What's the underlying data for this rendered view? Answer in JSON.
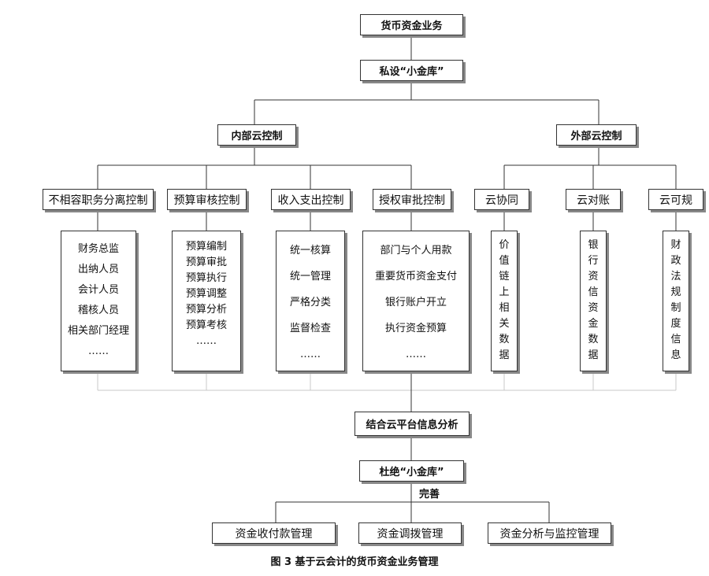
{
  "top": [
    "货币资金业务",
    "私设“小金库”"
  ],
  "internal": {
    "title": "内部云控制",
    "groups": [
      {
        "title": "不相容职务分离控制",
        "items": [
          "财务总监",
          "出纳人员",
          "会计人员",
          "稽核人员",
          "相关部门经理",
          "……"
        ]
      },
      {
        "title": "预算审核控制",
        "items": [
          "预算编制",
          "预算审批",
          "预算执行",
          "预算调整",
          "预算分析",
          "预算考核",
          "……"
        ]
      },
      {
        "title": "收入支出控制",
        "items": [
          "统一核算",
          "统一管理",
          "严格分类",
          "监督检查",
          "……"
        ]
      },
      {
        "title": "授权审批控制",
        "items": [
          "部门与个人用款",
          "重要货币资金支付",
          "银行账户开立",
          "执行资金预算",
          "……"
        ]
      }
    ]
  },
  "external": {
    "title": "外部云控制",
    "groups": [
      {
        "title": "云协同",
        "items": [
          "价",
          "值",
          "链",
          "上",
          "相",
          "关",
          "数",
          "据"
        ]
      },
      {
        "title": "云对账",
        "items": [
          "银",
          "行",
          "资",
          "信",
          "资",
          "金",
          "数",
          "据"
        ]
      },
      {
        "title": "云可规",
        "items": [
          "财",
          "政",
          "法",
          "规",
          "制",
          "度",
          "信",
          "息"
        ]
      }
    ]
  },
  "analysis": "结合云平台信息分析",
  "eliminate": "杜绝“小金库”",
  "improve_note": "完善",
  "bottom": [
    "资金收付款管理",
    "资金调拨管理",
    "资金分析与监控管理"
  ],
  "caption": "图 3 基于云会计的货币资金业务管理"
}
